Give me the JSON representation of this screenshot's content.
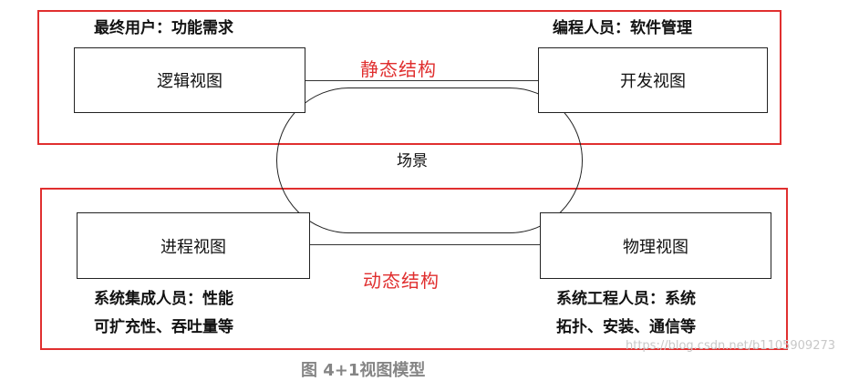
{
  "regions": {
    "static_label": "静态结构",
    "dynamic_label": "动态结构"
  },
  "notes": {
    "end_user": "最终用户：功能需求",
    "programmer": "编程人员：软件管理",
    "integrator_line1": "系统集成人员：性能",
    "integrator_line2": "可扩充性、吞吐量等",
    "engineer_line1": "系统工程人员：系统",
    "engineer_line2": "拓扑、安装、通信等"
  },
  "views": {
    "logical": "逻辑视图",
    "development": "开发视图",
    "process": "进程视图",
    "physical": "物理视图",
    "scenario": "场景"
  },
  "caption": "图 4+1视图模型",
  "watermark": "https://blog.csdn.net/b1105909273",
  "colors": {
    "region_border": "#e02f2f",
    "box_border": "#222222"
  }
}
